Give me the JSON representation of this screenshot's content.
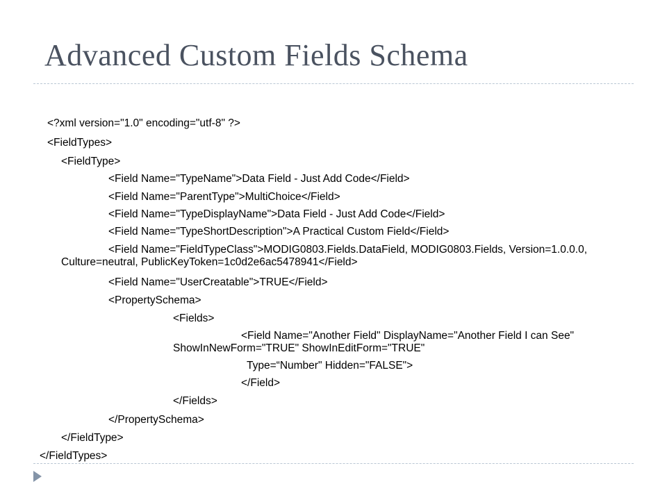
{
  "slide": {
    "title": "Advanced Custom Fields Schema",
    "lines": [
      "<?xml version=\"1.0\" encoding=\"utf-8\" ?>",
      "<FieldTypes>",
      "<FieldType>",
      "<Field Name=\"TypeName\">Data Field - Just Add Code</Field>",
      "<Field Name=\"ParentType\">MultiChoice</Field>",
      "<Field Name=\"TypeDisplayName\">Data Field - Just Add Code</Field>",
      "<Field Name=\"TypeShortDescription\">A Practical Custom Field</Field>",
      "<Field Name=\"FieldTypeClass\">MODIG0803.Fields.DataField, MODIG0803.Fields, Version=1.0.0.0,",
      "Culture=neutral, PublicKeyToken=1c0d2e6ac5478941</Field>",
      "<Field Name=\"UserCreatable\">TRUE</Field>",
      "<PropertySchema>",
      "<Fields>",
      "<Field Name=\"Another Field\" DisplayName=\"Another Field I can See\"",
      "ShowInNewForm=\"TRUE\" ShowInEditForm=\"TRUE\"",
      "Type=“Number\" Hidden=\"FALSE\">",
      "</Field>",
      "</Fields>",
      "</PropertySchema>",
      "</FieldType>",
      "</FieldTypes>"
    ]
  }
}
